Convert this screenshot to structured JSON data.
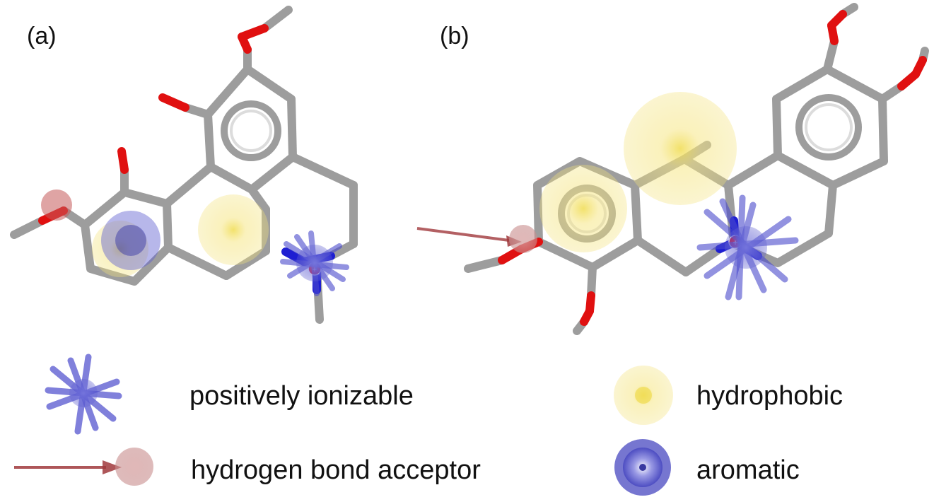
{
  "panels": [
    {
      "label": "(a)"
    },
    {
      "label": "(b)"
    }
  ],
  "legend": {
    "positively_ionizable": "positively ionizable",
    "hydrogen_bond_acceptor": "hydrogen bond acceptor",
    "hydrophobic": "hydrophobic",
    "aromatic": "aromatic"
  },
  "colors": {
    "carbon": "#a9a9a9",
    "oxygen": "#e01010",
    "nitrogen": "#1e1ed2",
    "hydrophobic": "#f3e27a",
    "aromatic": "#5a5ad0",
    "acceptor": "#a0383c",
    "ionizable": "#4a4acc"
  }
}
